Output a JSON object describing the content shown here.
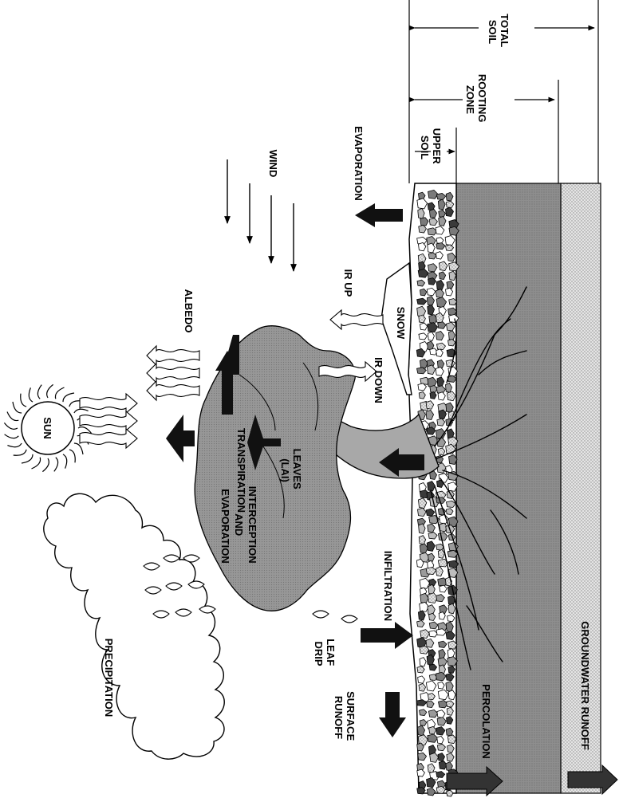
{
  "labels": {
    "total_soil": [
      "TOTAL",
      "SOIL"
    ],
    "rooting_zone": [
      "ROOTING",
      "ZONE"
    ],
    "upper_soil": [
      "UPPER",
      "SOIL"
    ],
    "evaporation": "EVAPORATION",
    "wind": "WIND",
    "ir_up": "IR UP",
    "snow": "SNOW",
    "albedo": "ALBEDO",
    "ir_down": "IR DOWN",
    "sun": "SUN",
    "transpiration": "TRANSPIRATION",
    "leaves": [
      "LEAVES",
      "(LAI)"
    ],
    "interception_evaporation": [
      "INTERCEPTION",
      "AND",
      "EVAPORATION"
    ],
    "infiltration": "INFILTRATION",
    "leaf_drip": [
      "LEAF",
      "DRIP"
    ],
    "precipitation": "PRECIPITATION",
    "surface_runoff": [
      "SURFACE",
      "RUNOFF"
    ],
    "percolation": "PERCOLATION",
    "groundwater_runoff": "GROUNDWATER RUNOFF"
  },
  "colors": {
    "ink": "#000000",
    "paper": "#ffffff",
    "root_zone": "#8c8c8c",
    "groundwater": "#dedede",
    "canopy": "#8f8f8f",
    "trunk": "#a9a9a9"
  }
}
